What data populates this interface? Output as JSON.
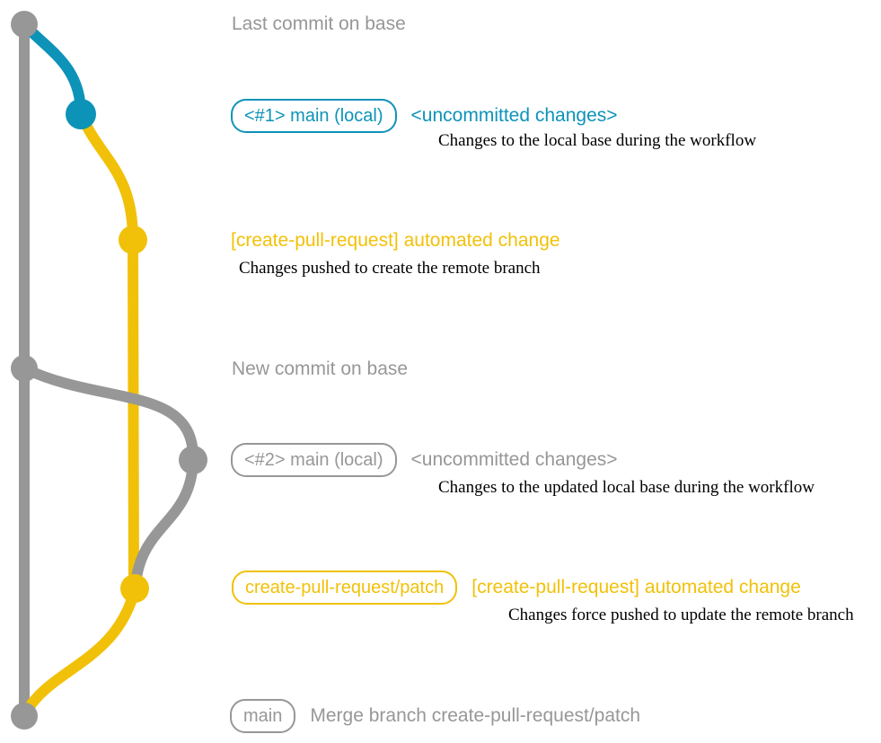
{
  "colors": {
    "gray": "#979797",
    "blue": "#0d93b8",
    "yellow": "#f1c109",
    "note": "#000000",
    "bg": "#ffffff"
  },
  "graph": {
    "branches": [
      {
        "name": "base",
        "color_key": "gray"
      },
      {
        "name": "main (local)",
        "color_key": "blue"
      },
      {
        "name": "create-pull-request/patch",
        "color_key": "yellow"
      }
    ],
    "commits": [
      {
        "row": "r1",
        "branch": "base",
        "label": "Last commit on base"
      },
      {
        "row": "r2",
        "branch": "main (local)",
        "label": "<#1> main (local) <uncommitted changes>"
      },
      {
        "row": "r3",
        "branch": "create-pull-request/patch",
        "label": "[create-pull-request] automated change"
      },
      {
        "row": "r4",
        "branch": "base",
        "label": "New commit on base"
      },
      {
        "row": "r5",
        "branch": "main (local)",
        "label": "<#2> main (local) <uncommitted changes>"
      },
      {
        "row": "r6",
        "branch": "create-pull-request/patch",
        "label": "create-pull-request/patch [create-pull-request] automated change"
      },
      {
        "row": "r7",
        "branch": "base",
        "label": "main Merge branch create-pull-request/patch"
      }
    ]
  },
  "rows": {
    "r1": {
      "message": "Last commit on base"
    },
    "r2": {
      "tag": "<#1> main (local)",
      "message": "<uncommitted changes>",
      "note": "Changes to the local base during the workflow"
    },
    "r3": {
      "message": "[create-pull-request] automated change",
      "note": "Changes pushed to create the remote branch"
    },
    "r4": {
      "message": "New commit on base"
    },
    "r5": {
      "tag": "<#2> main (local)",
      "message": "<uncommitted changes>",
      "note": "Changes to the updated local base during the workflow"
    },
    "r6": {
      "tag": "create-pull-request/patch",
      "message": "[create-pull-request] automated change",
      "note": "Changes force pushed to update the remote branch"
    },
    "r7": {
      "tag": "main",
      "message": "Merge branch create-pull-request/patch"
    }
  }
}
